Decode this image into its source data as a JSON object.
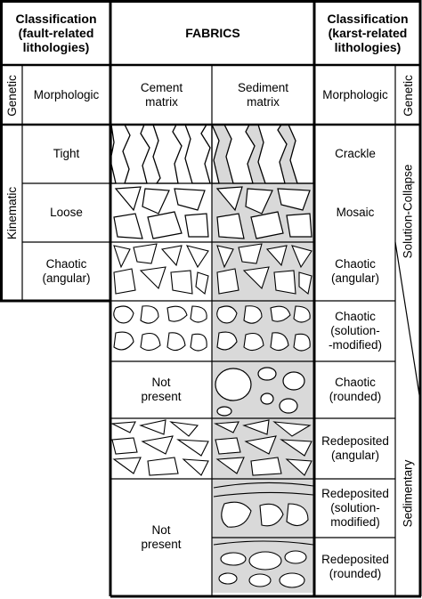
{
  "headers": {
    "left_classification": "Classification\n(fault-related\nlithologies)",
    "center": "FABRICS",
    "right_classification": "Classification\n(karst-related\nlithologies)"
  },
  "subheaders": {
    "genetic_left": "Genetic",
    "morphologic_left": "Morphologic",
    "cement_matrix": "Cement\nmatrix",
    "sediment_matrix": "Sediment\nmatrix",
    "morphologic_right": "Morphologic",
    "genetic_right": "Genetic"
  },
  "left_rows": {
    "genetic": "Kinematic",
    "items": [
      "Tight",
      "Loose",
      "Chaotic\n(angular)"
    ]
  },
  "right_rows": {
    "items": [
      "Crackle",
      "Mosaic",
      "Chaotic\n(angular)",
      "Chaotic\n(solution-\n-modified)",
      "Chaotic\n(rounded)",
      "Redeposited\n(angular)",
      "Redeposited\n(solution-\nmodified)",
      "Redeposited\n(rounded)"
    ],
    "genetic_groups": [
      "Solution-Collapse",
      "Sedimentary"
    ]
  },
  "not_present": [
    "Not\npresent",
    "Not\npresent"
  ],
  "colors": {
    "line": "#000000",
    "matrix_fill": "#d9d9d9",
    "clast_fill": "#ffffff"
  }
}
